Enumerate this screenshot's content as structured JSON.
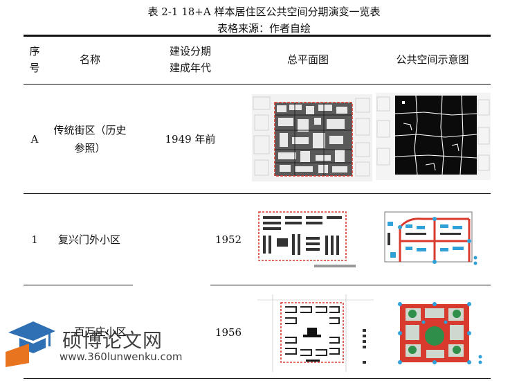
{
  "caption": {
    "title": "表 2-1 18+A 样本居住区公共空间分期演变一览表",
    "source": "表格来源：作者自绘"
  },
  "header": {
    "col_no": "序号",
    "col_name": "名称",
    "col_period_line1": "建设分期",
    "col_period_line2": "建成年代",
    "col_plan": "总平面图",
    "col_public": "公共空间示意图"
  },
  "rows": [
    {
      "no": "A",
      "name_line1": "传统街区（历史",
      "name_line2": "参照）",
      "year": "1949 年前"
    },
    {
      "no": "1",
      "name_line1": "复兴门外小区",
      "name_line2": "",
      "year": "1952"
    },
    {
      "no": "",
      "name_line1": "百万庄小区",
      "name_line2": "",
      "year": "1956"
    }
  ],
  "watermark": {
    "brand": "硕博论文网",
    "url": "www.360lunwenku.com"
  },
  "colors": {
    "red_boundary": "#d83a2e",
    "blue_marker": "#2fa0d8",
    "green_area": "#2f8f4a"
  }
}
